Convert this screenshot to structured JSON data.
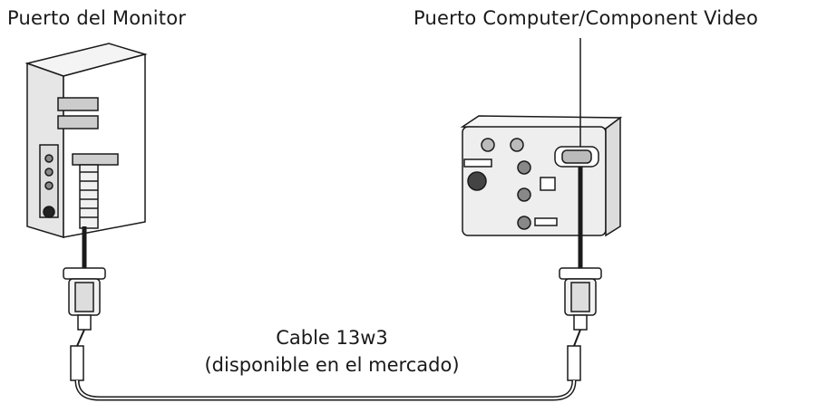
{
  "labels": {
    "monitor_port": "Puerto del Monitor",
    "projector_port": "Puerto Computer/Component Video",
    "cable_name": "Cable 13w3",
    "cable_note": "(disponible en el mercado)"
  },
  "colors": {
    "line": "#1a1a1a",
    "panel": "#eeeeee",
    "background": "#ffffff"
  }
}
